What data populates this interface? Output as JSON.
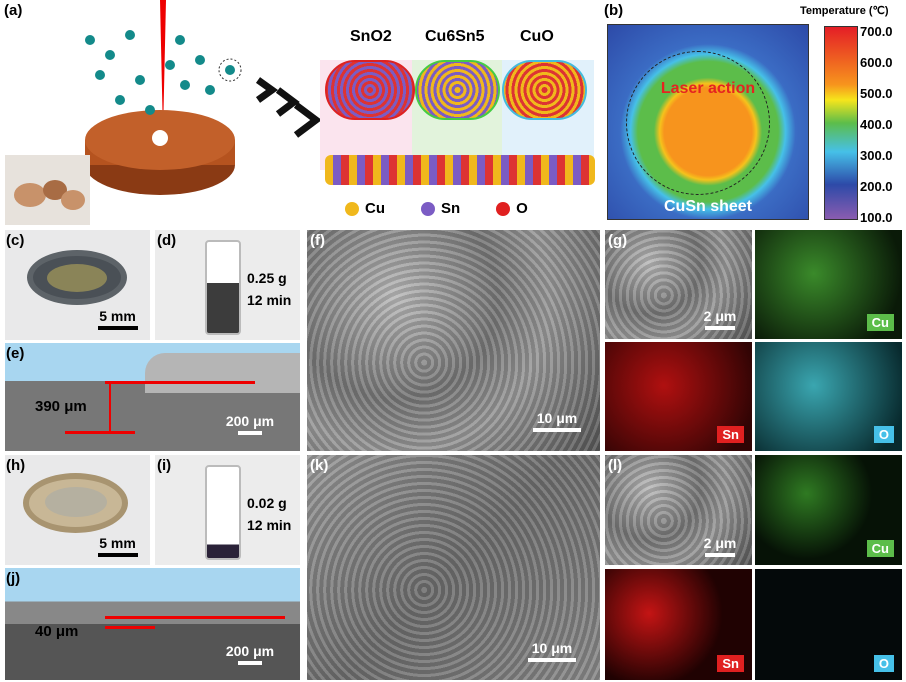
{
  "panels": {
    "a": "(a)",
    "b": "(b)",
    "c": "(c)",
    "d": "(d)",
    "e": "(e)",
    "f": "(f)",
    "g": "(g)",
    "h": "(h)",
    "i": "(i)",
    "j": "(j)",
    "k": "(k)",
    "l": "(l)"
  },
  "schematic": {
    "phases": [
      "SnO2",
      "Cu6Sn5",
      "CuO"
    ],
    "legend": [
      {
        "label": "Cu",
        "color": "#f0b81c"
      },
      {
        "label": "Sn",
        "color": "#7b5cc4"
      },
      {
        "label": "O",
        "color": "#e02020"
      }
    ]
  },
  "thermal": {
    "title": "Temperature (℃)",
    "laser_label": "Laser action",
    "sheet_label": "CuSn sheet",
    "ticks": [
      "700.0",
      "600.0",
      "500.0",
      "400.0",
      "300.0",
      "200.0",
      "100.0"
    ]
  },
  "row1": {
    "scale_c": "5 mm",
    "mass": "0.25 g",
    "time": "12 min",
    "height": "390 μm",
    "scale_e": "200 μm",
    "scale_f": "10 μm",
    "scale_g": "2 μm",
    "maps": [
      "Cu",
      "Sn",
      "O"
    ]
  },
  "row2": {
    "scale_h": "5 mm",
    "mass": "0.02 g",
    "time": "12 min",
    "height": "40 μm",
    "scale_j": "200 μm",
    "scale_k": "10 μm",
    "scale_l": "2 μm",
    "maps": [
      "Cu",
      "Sn",
      "O"
    ]
  }
}
